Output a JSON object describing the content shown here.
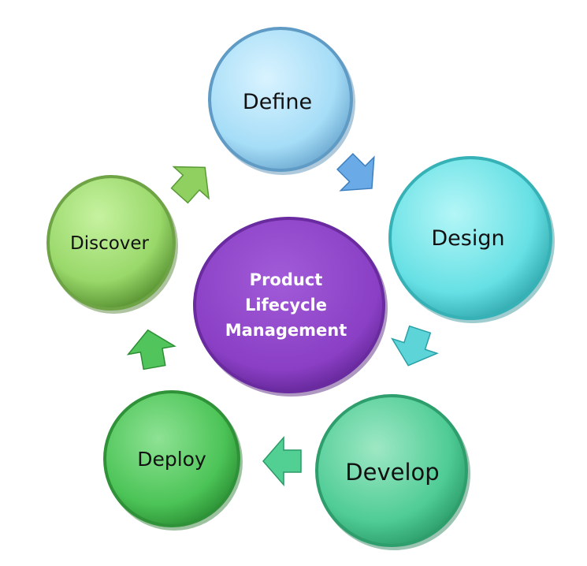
{
  "diagram": {
    "center": {
      "lines": [
        "Product",
        "Lifecycle",
        "Management"
      ],
      "color": "#8a3fc4"
    },
    "nodes": [
      {
        "label": "Define",
        "color": "#a6ddf7"
      },
      {
        "label": "Design",
        "color": "#66e0e4"
      },
      {
        "label": "Develop",
        "color": "#4fcc96"
      },
      {
        "label": "Deploy",
        "color": "#4cc457"
      },
      {
        "label": "Discover",
        "color": "#99d86a"
      }
    ],
    "arrows": [
      {
        "from": "Define",
        "to": "Design",
        "color": "#6aaae6"
      },
      {
        "from": "Design",
        "to": "Develop",
        "color": "#5cd4d8"
      },
      {
        "from": "Develop",
        "to": "Deploy",
        "color": "#52d094"
      },
      {
        "from": "Deploy",
        "to": "Discover",
        "color": "#52c45c"
      },
      {
        "from": "Discover",
        "to": "Define",
        "color": "#8fd060"
      }
    ]
  }
}
